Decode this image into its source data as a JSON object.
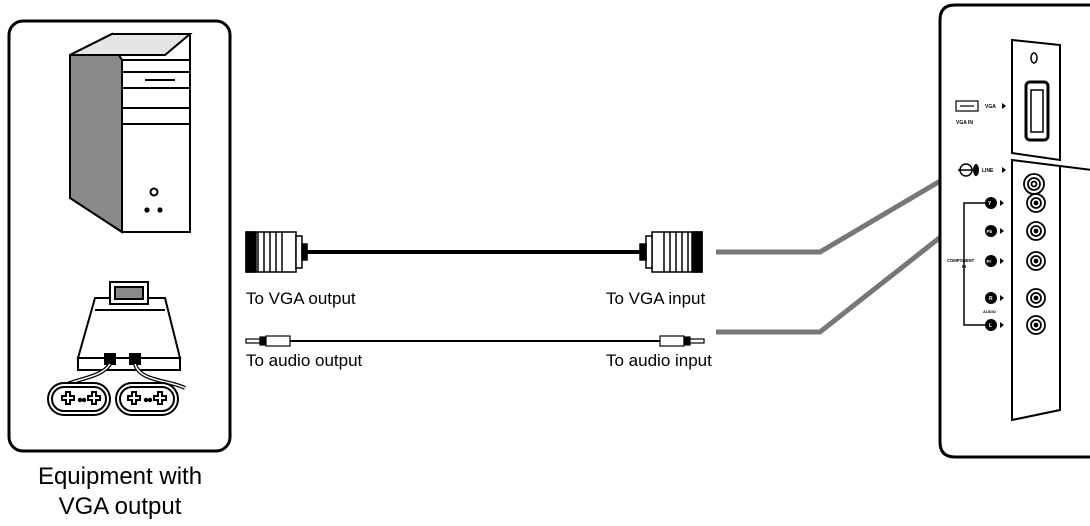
{
  "cables": {
    "vga_output": "To VGA output",
    "vga_input": "To VGA input",
    "audio_output": "To audio output",
    "audio_input": "To audio input"
  },
  "equipment": {
    "caption_line1": "Equipment with",
    "caption_line2": "VGA output"
  },
  "panel": {
    "vga_port": "VGA",
    "vga_in": "VGA IN",
    "line": "LINE",
    "component_line1": "COMPONENT",
    "component_line2": "IN",
    "audio": "AUDIO",
    "pb": "Pb",
    "pr": "Pr",
    "y": "Y",
    "r": "R",
    "l": "L"
  }
}
